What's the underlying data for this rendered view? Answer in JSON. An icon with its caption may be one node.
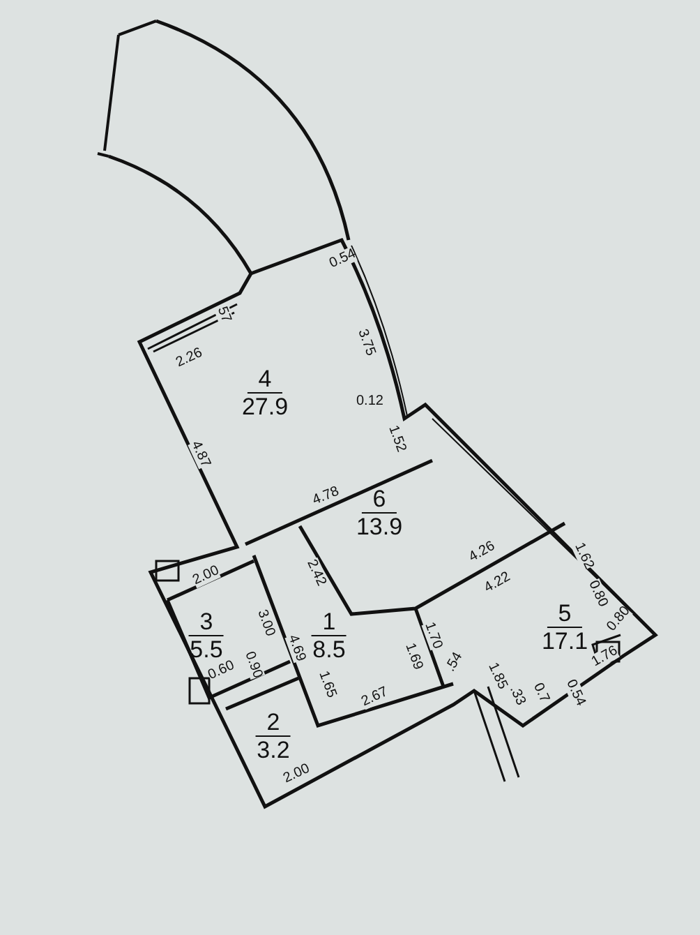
{
  "diagram": {
    "nodes": [
      {
        "text": [
          "4",
          "27.9"
        ]
      },
      {
        "text": [
          "6",
          "13.9"
        ]
      },
      {
        "text": [
          "3",
          "5.5"
        ]
      },
      {
        "text": [
          "1",
          "8.5"
        ]
      },
      {
        "text": [
          "5",
          "17.1"
        ]
      },
      {
        "text": [
          "2",
          "3.2"
        ]
      }
    ],
    "labels": [
      "0.54",
      "57",
      "3.75",
      "2.26",
      "0.12",
      "1.52",
      "4.87",
      "4.78",
      "2.42",
      "4.26",
      "4.22",
      "1.62",
      "2.00",
      "0.80",
      "3.00",
      "4.69",
      "1.70",
      "1.69",
      ".54",
      "0.80",
      "1.76",
      "0.60",
      "0.90",
      "1.65",
      "0.54",
      "1.85",
      "2.67",
      ".33",
      "0.7",
      "2.00"
    ]
  }
}
